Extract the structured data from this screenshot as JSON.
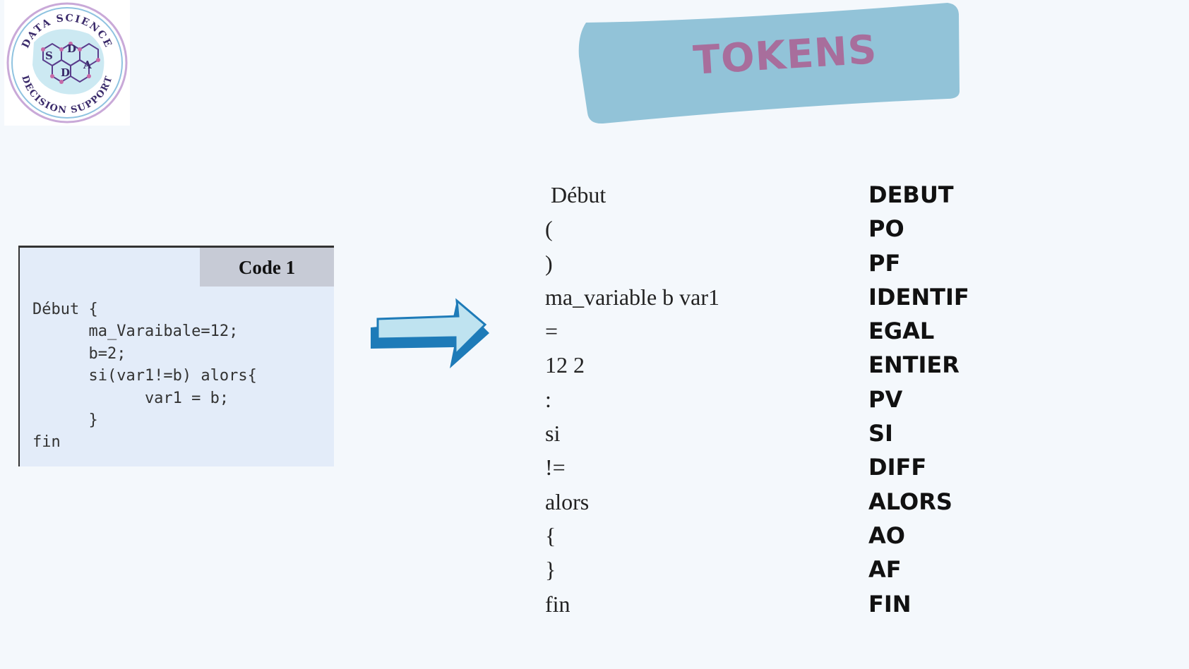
{
  "logo": {
    "top_text": "DATA SCIENCE",
    "bottom_text": "DECISION SUPPORT",
    "letters": [
      "D",
      "S",
      "A",
      "D"
    ]
  },
  "title": "TOKENS",
  "colors": {
    "banner": "#92c3d8",
    "title_text": "#a86e9c",
    "code_background": "#e3ecf9",
    "code_header": "#c7cbd6",
    "arrow_fill": "#bfe3f0",
    "arrow_stroke": "#1e7bb8",
    "page_background": "#f4f8fc"
  },
  "code": {
    "header": "Code 1",
    "lines": [
      "Début {",
      "      ma_Varaibale=12;",
      "      b=2;",
      "      si(var1!=b) alors{",
      "            var1 = b;",
      "      }",
      "fin"
    ]
  },
  "arrow_icon": "right-arrow-icon",
  "tokens": [
    {
      "lexeme": " Début",
      "token": "DEBUT"
    },
    {
      "lexeme": "(",
      "token": "PO"
    },
    {
      "lexeme": ")",
      "token": "PF"
    },
    {
      "lexeme": "ma_variable b var1",
      "token": "IDENTIF"
    },
    {
      "lexeme": "=",
      "token": "EGAL"
    },
    {
      "lexeme": "12 2",
      "token": "ENTIER"
    },
    {
      "lexeme": ":",
      "token": "PV"
    },
    {
      "lexeme": "si",
      "token": "SI"
    },
    {
      "lexeme": "!=",
      "token": "DIFF"
    },
    {
      "lexeme": "alors",
      "token": "ALORS"
    },
    {
      "lexeme": "{",
      "token": "AO"
    },
    {
      "lexeme": "}",
      "token": "AF"
    },
    {
      "lexeme": "fin",
      "token": "FIN"
    }
  ]
}
